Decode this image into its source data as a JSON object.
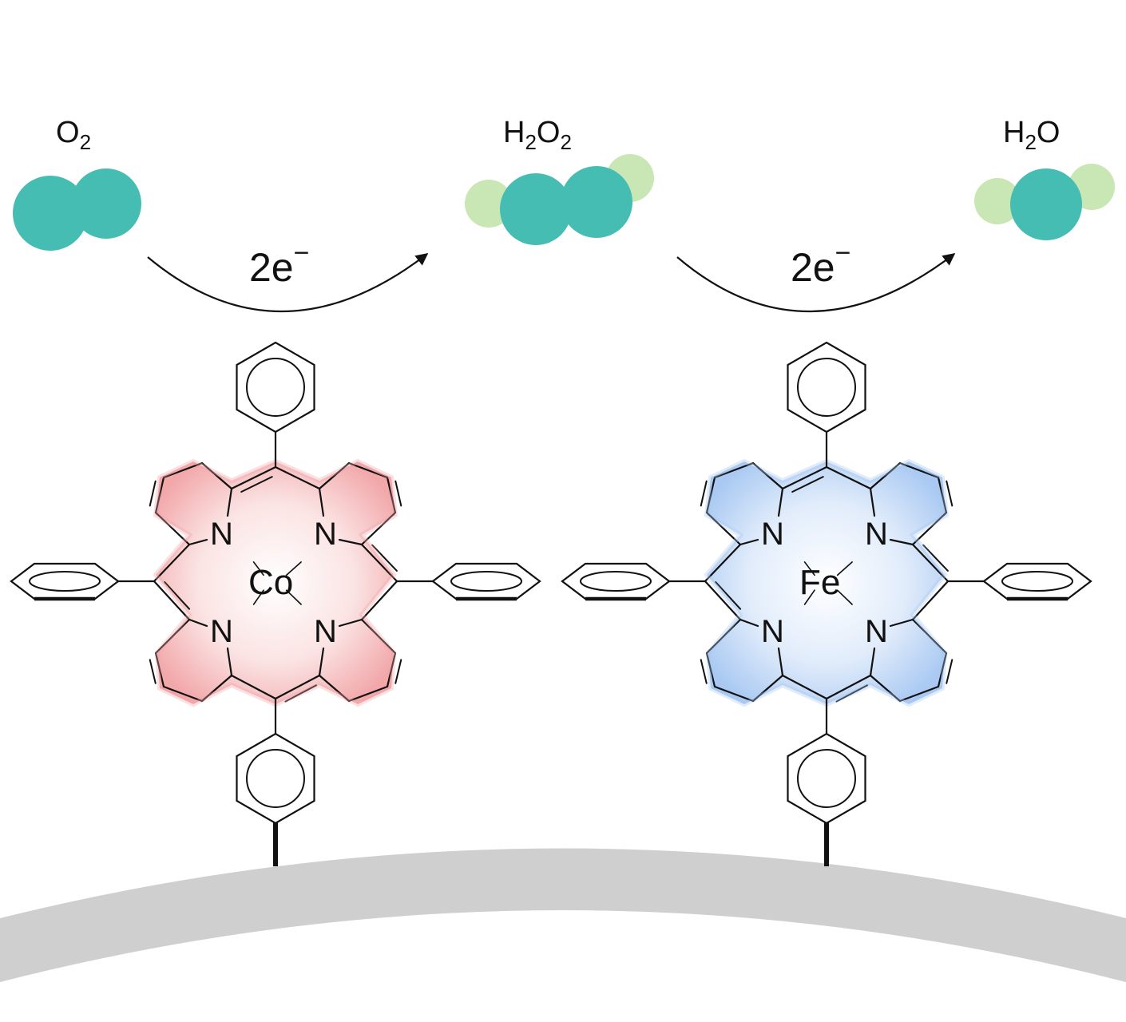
{
  "species": {
    "o2": {
      "base": "O",
      "sub": "2"
    },
    "h2o2": {
      "h": "H",
      "h_sub": "2",
      "o": "O",
      "o_sub": "2"
    },
    "h2o": {
      "h": "H",
      "h_sub": "2",
      "o": "O"
    }
  },
  "steps": [
    {
      "electrons": "2e",
      "sign": "−"
    },
    {
      "electrons": "2e",
      "sign": "−"
    }
  ],
  "catalysts": [
    {
      "metal": "Co",
      "nitrogen": "N",
      "color": "#f2a7a9"
    },
    {
      "metal": "Fe",
      "nitrogen": "N",
      "color": "#a9c9f2"
    }
  ],
  "colors": {
    "oxygen_atom": "#46bdb2",
    "hydrogen_atom": "#c9e7b4",
    "surface": "#cfcfcf",
    "line": "#111111"
  }
}
